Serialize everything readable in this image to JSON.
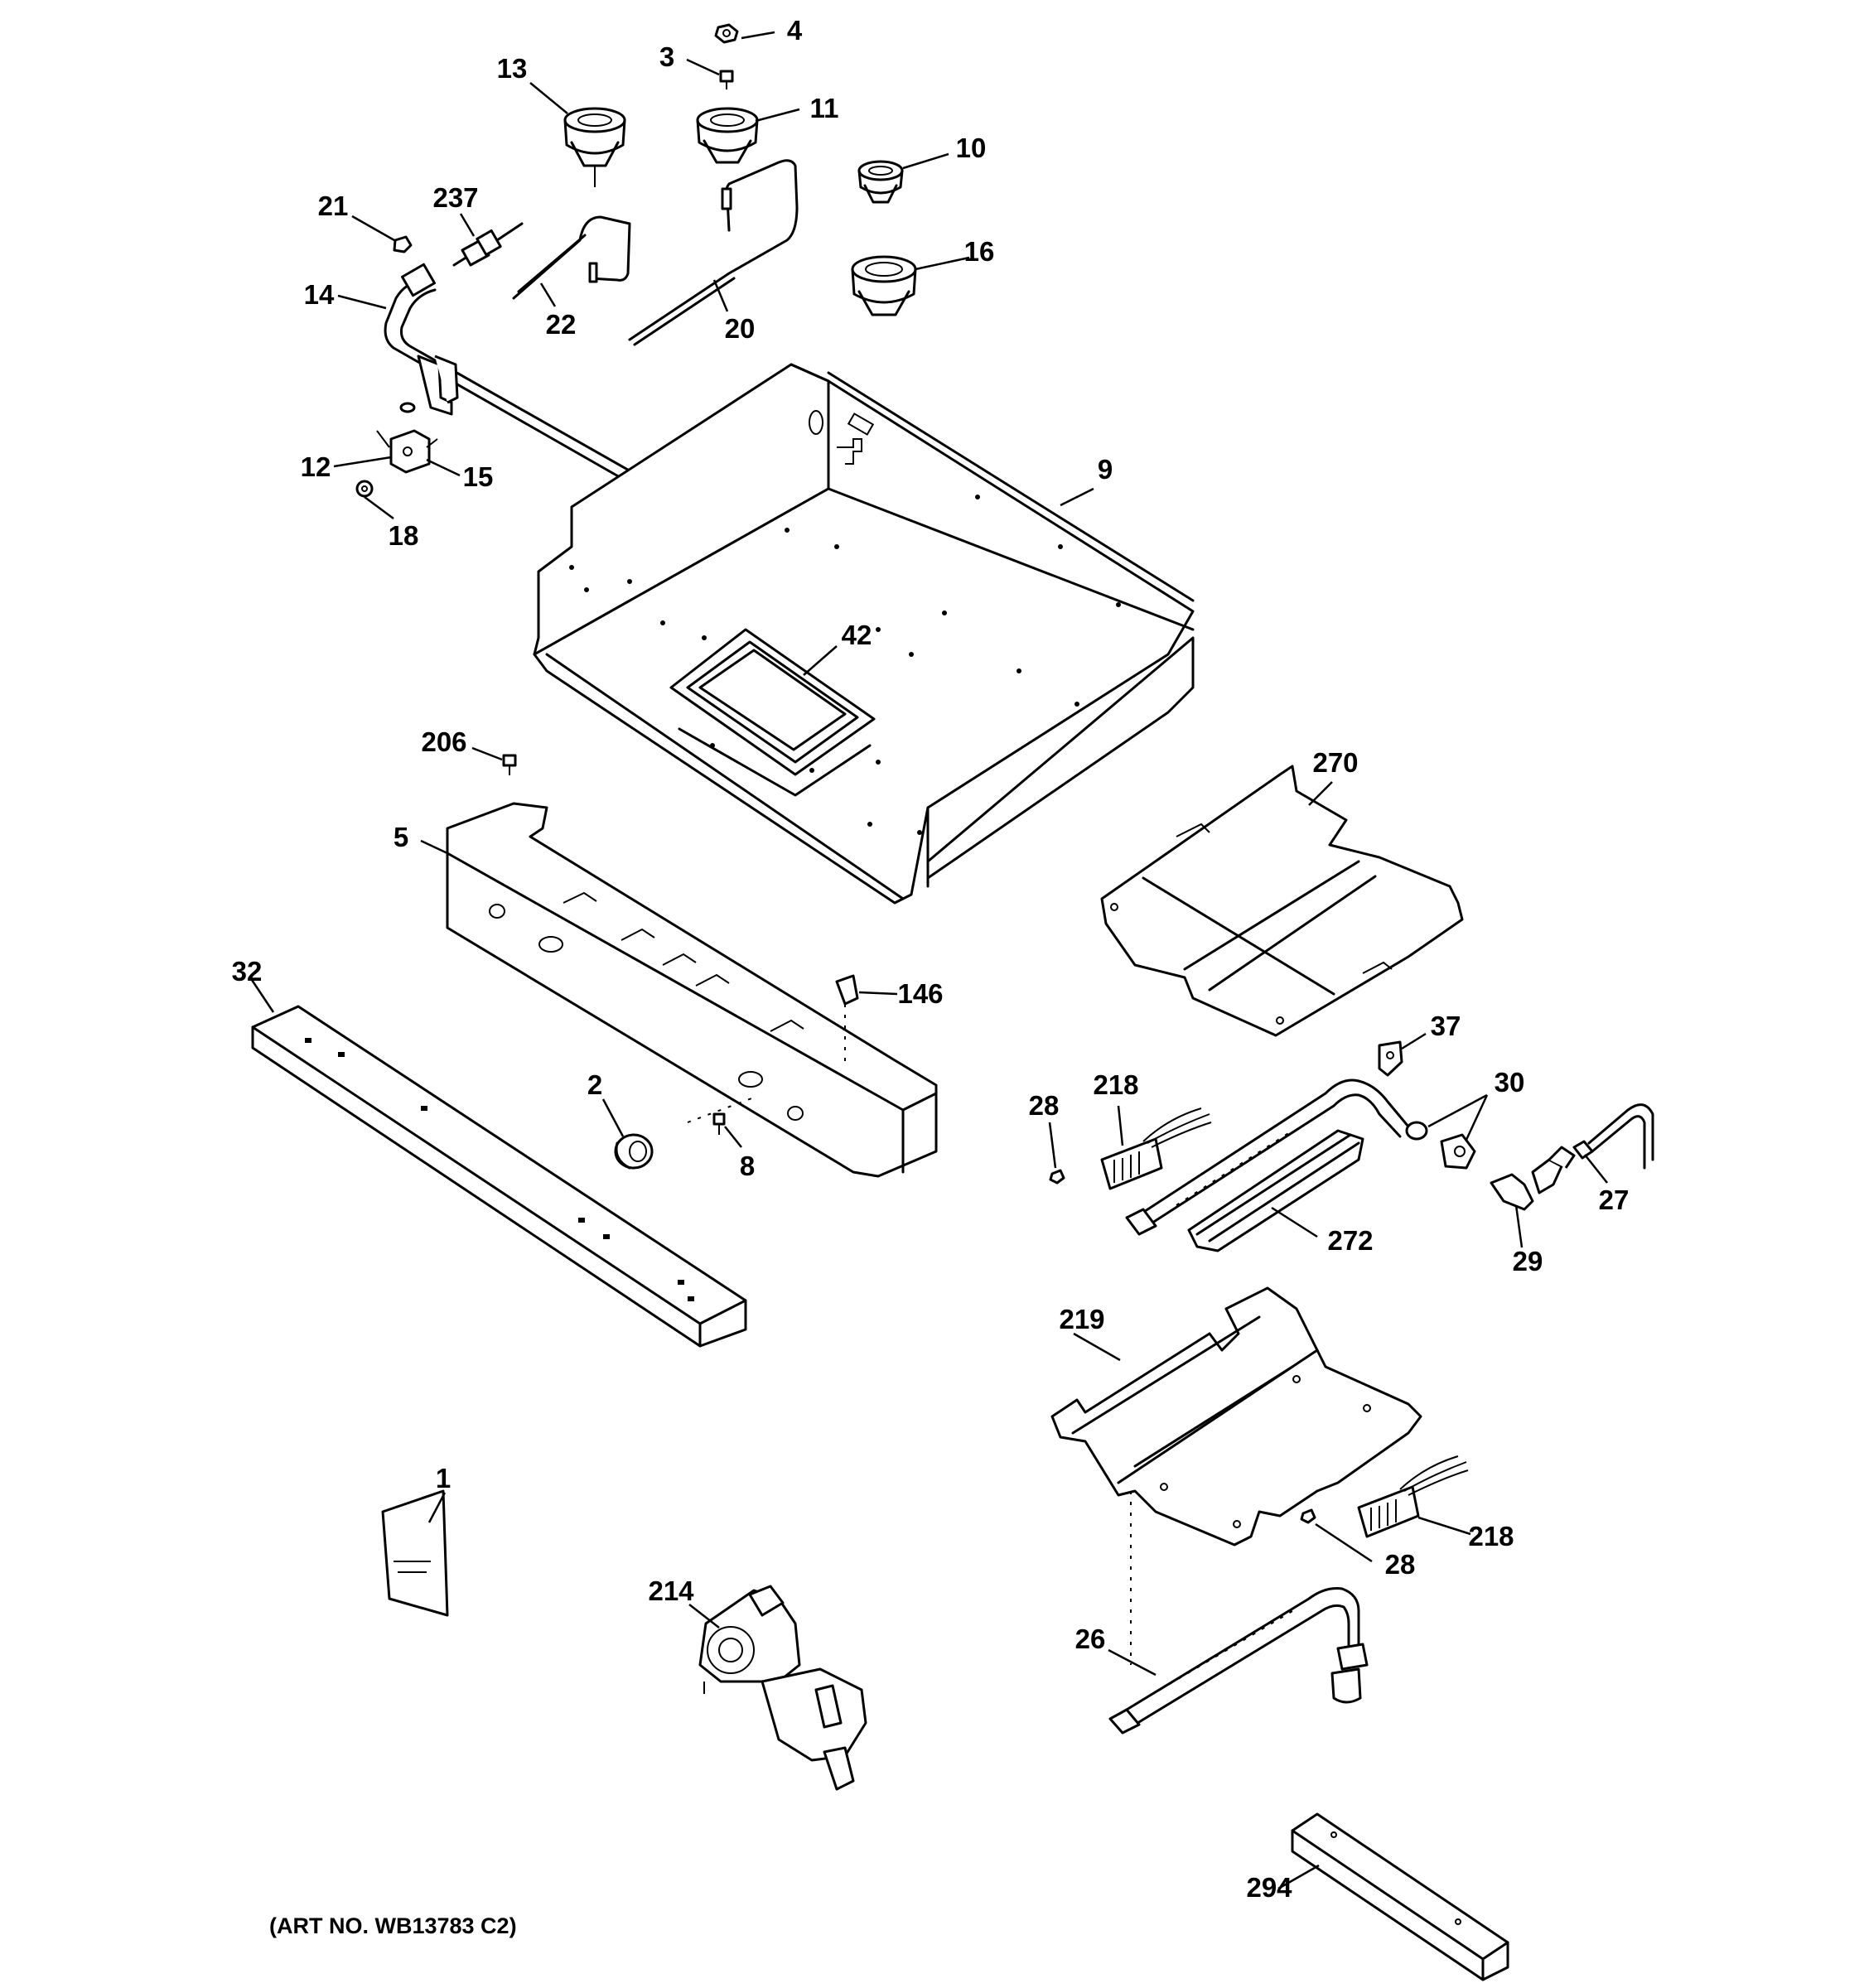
{
  "diagram": {
    "callouts": [
      "4",
      "3",
      "13",
      "11",
      "10",
      "21",
      "237",
      "14",
      "22",
      "20",
      "16",
      "12",
      "15",
      "18",
      "9",
      "42",
      "206",
      "5",
      "270",
      "32",
      "146",
      "37",
      "2",
      "8",
      "218",
      "28",
      "30",
      "27",
      "272",
      "29",
      "219",
      "1",
      "218",
      "28",
      "214",
      "26",
      "294"
    ],
    "art_number": "(ART NO. WB13783 C2)"
  }
}
